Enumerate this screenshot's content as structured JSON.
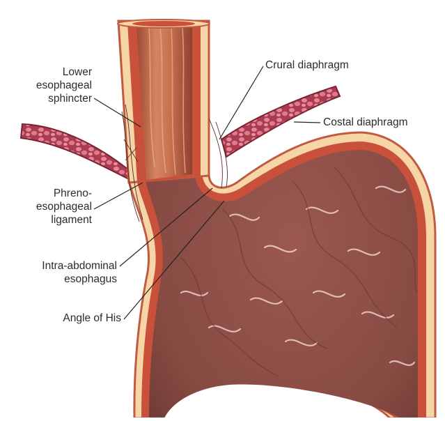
{
  "labels": {
    "lower_esophageal_sphincter": [
      "Lower",
      "esophageal",
      "sphincter"
    ],
    "crural_diaphragm": "Crural diaphragm",
    "costal_diaphragm": "Costal diaphragm",
    "phrenoesophageal_ligament": [
      "Phreno-",
      "esophageal",
      "ligament"
    ],
    "intra_abdominal_esophagus": [
      "Intra-abdominal",
      "esophagus"
    ],
    "angle_of_his": "Angle of His"
  },
  "colors": {
    "lumen_wall": "#b8674f",
    "outer_cream": "#f6d6a6",
    "stomach_interior": "#8c4f47",
    "rugae_highlight": "#f1d0c6",
    "muscle_band": "#c9503a",
    "diaphragm_fill": "#b24556",
    "diaphragm_cell": "#e07b8c",
    "leader_line": "#222222"
  }
}
